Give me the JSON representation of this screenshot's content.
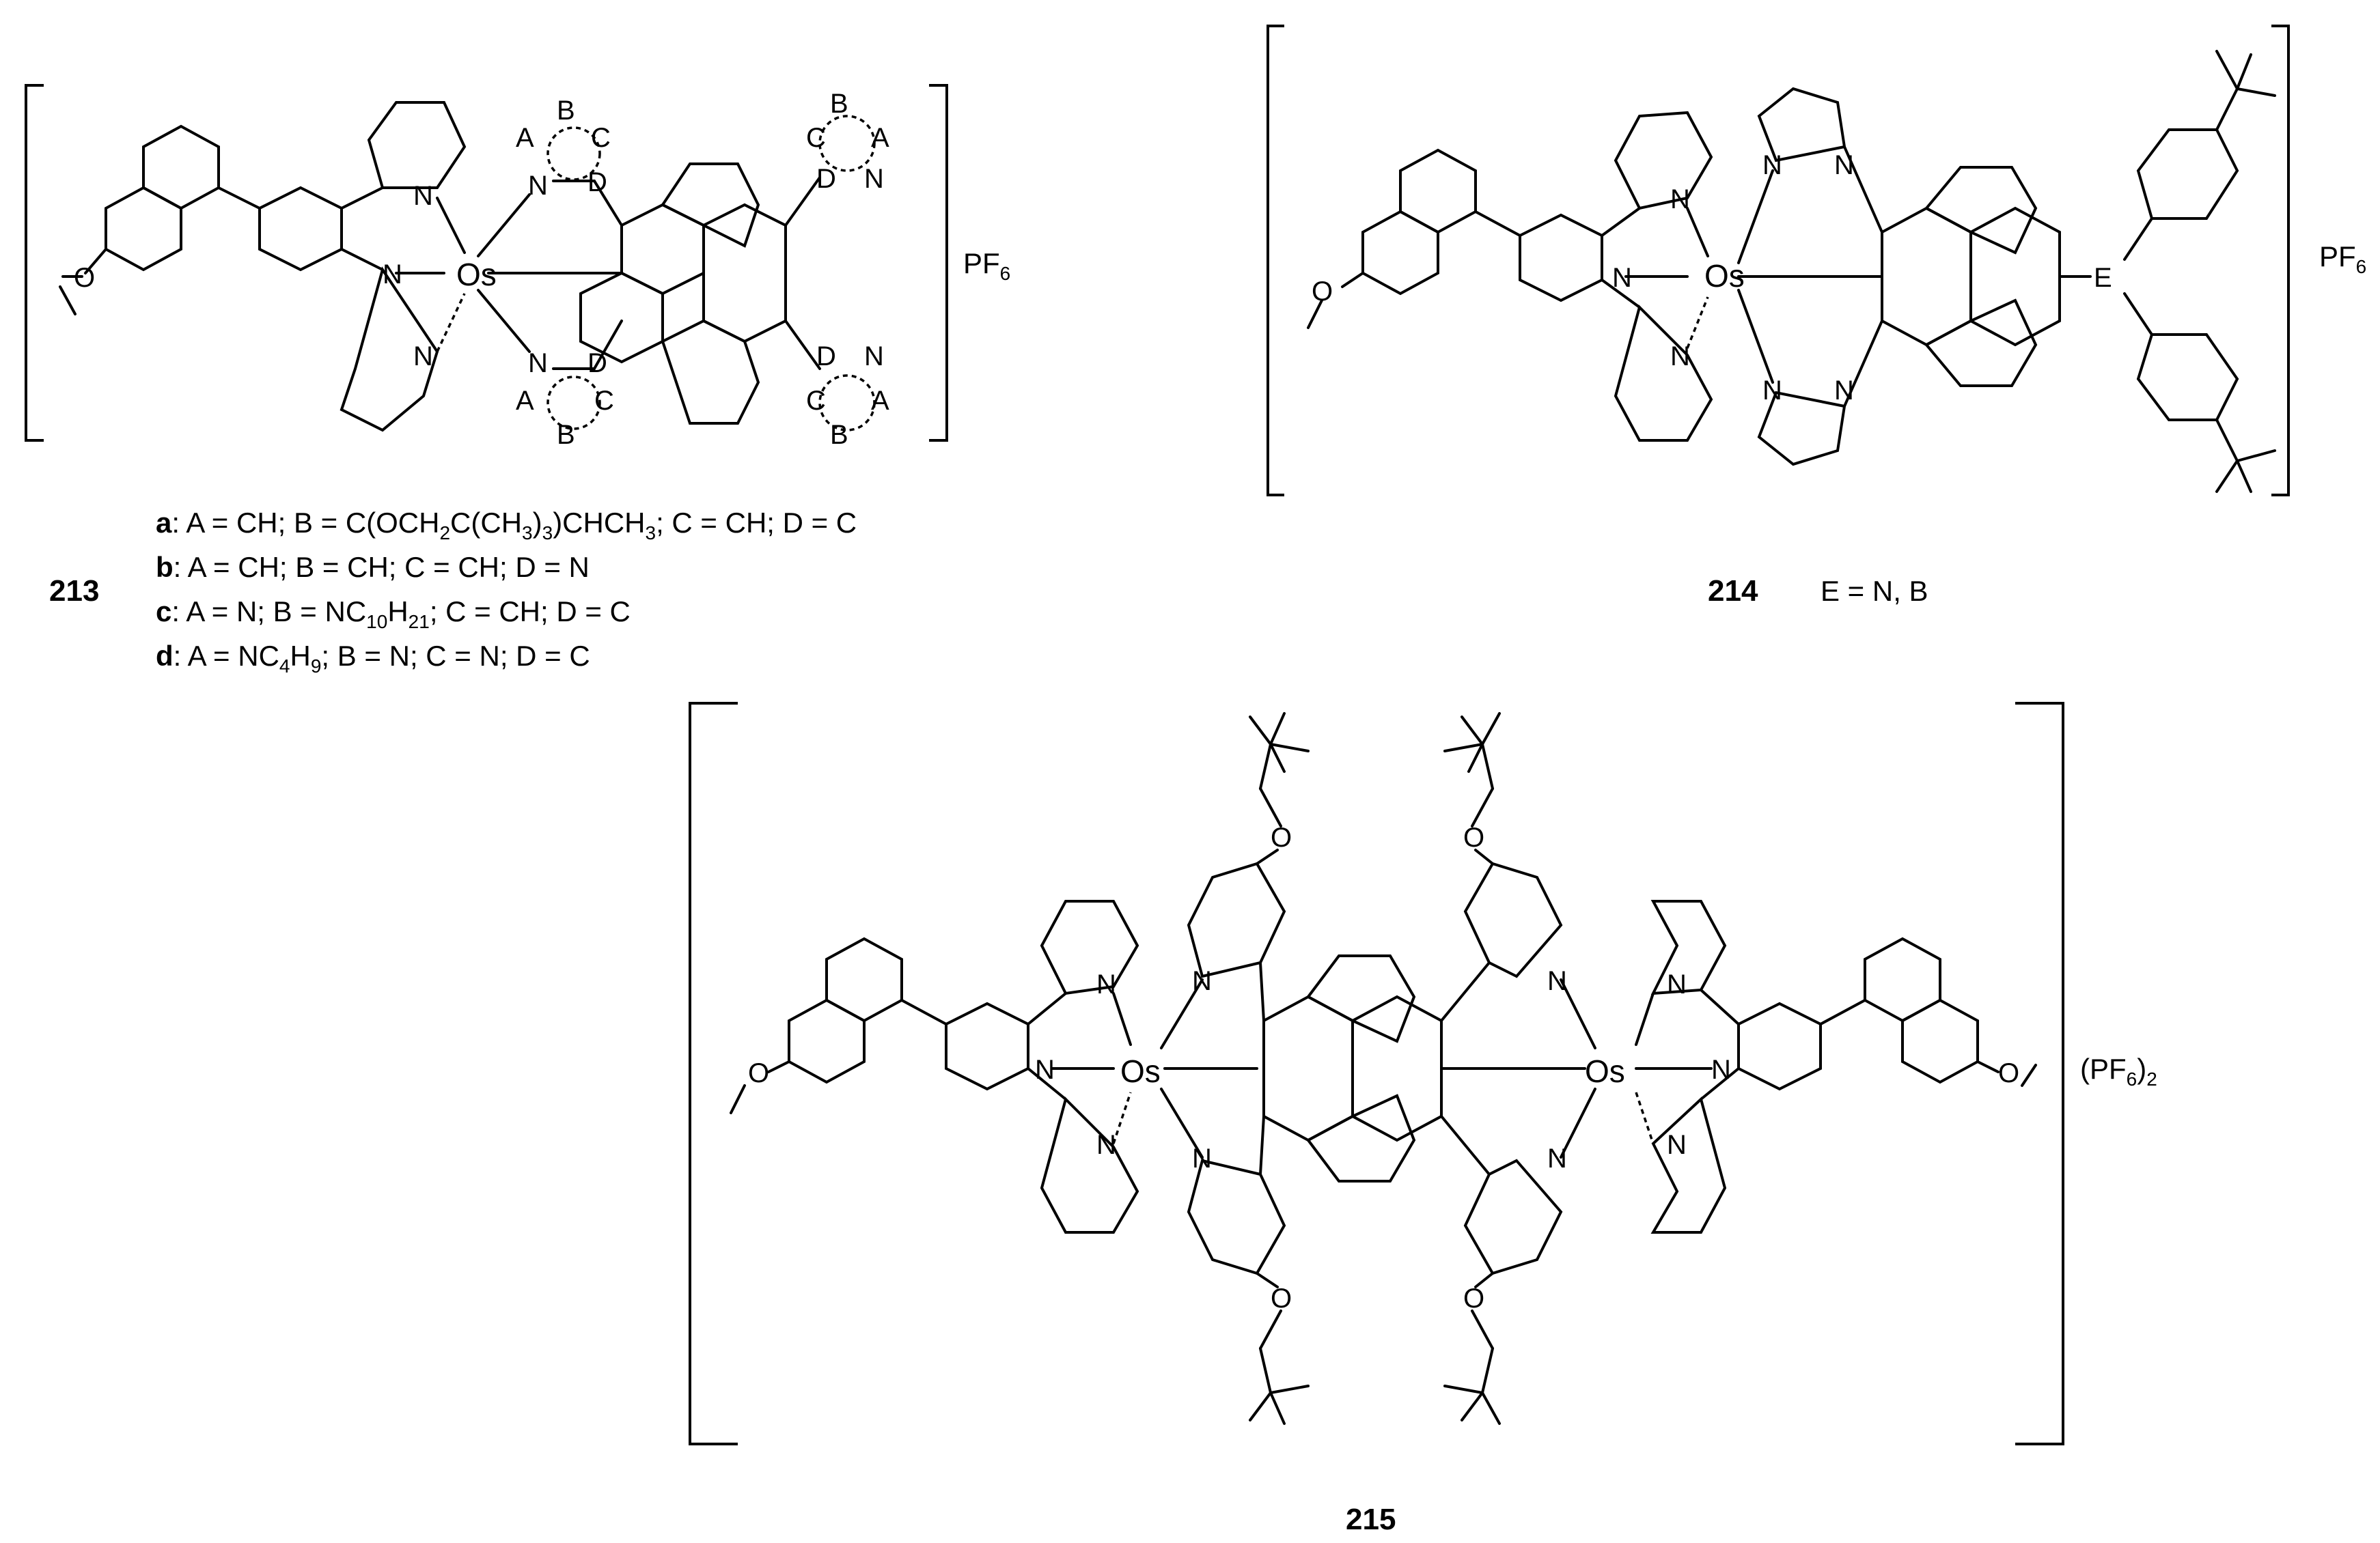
{
  "compounds": {
    "c213": {
      "number": "213",
      "counterion_main": "PF",
      "counterion_sub": "6",
      "variants": [
        {
          "key": "a",
          "text": ": A = CH; B = C(OCH",
          "sub1": "2",
          "mid1": "C(CH",
          "sub2": "3",
          "mid2": ")",
          "sub3": "3",
          "tail": ")CHCH",
          "sub4": "3",
          "end": "; C = CH; D = C"
        },
        {
          "key": "b",
          "text": ": A = CH; B = CH; C = CH;  D = N"
        },
        {
          "key": "c",
          "text": ": A = N; B = NC",
          "sub1": "10",
          "mid1": "H",
          "sub2": "21",
          "end": "; C = CH; D = C"
        },
        {
          "key": "d",
          "text": ": A = NC",
          "sub1": "4",
          "mid1": "H",
          "sub2": "9",
          "end": "; B = N; C = N; D = C"
        }
      ]
    },
    "c214": {
      "number": "214",
      "caption": "E = N, B",
      "counterion_main": "PF",
      "counterion_sub": "6"
    },
    "c215": {
      "number": "215",
      "counterion_main": "(PF",
      "counterion_sub": "6",
      "counterion_end": ")",
      "counterion_sub2": "2"
    }
  },
  "atoms": {
    "os": "Os",
    "n": "N",
    "o": "O",
    "e": "E",
    "a": "A",
    "b": "B",
    "c": "C",
    "d": "D"
  }
}
